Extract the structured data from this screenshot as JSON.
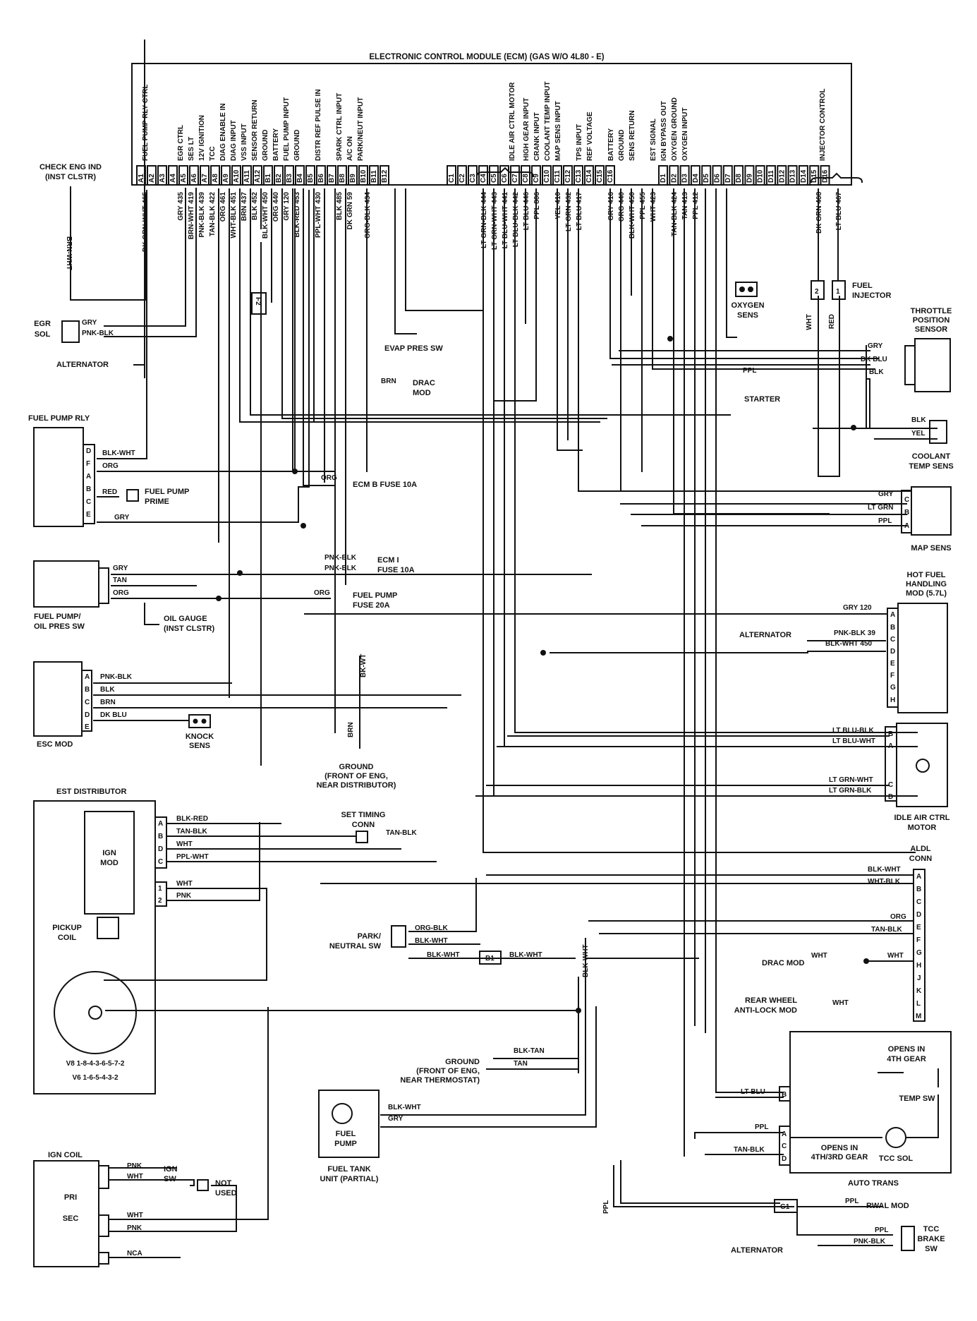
{
  "ecm": {
    "title": "ELECTRONIC CONTROL MODULE (ECM) (GAS W/O 4L80 - E)",
    "functions": [
      "FUEL PUMP RLY CTRL",
      "EGR CTRL",
      "SES LT",
      "12V IGNITION",
      "TCC",
      "DIAG ENABLE IN",
      "DIAG INPUT",
      "VSS INPUT",
      "SENSOR RETURN",
      "GROUND",
      "BATTERY",
      "FUEL PUMP INPUT",
      "GROUND",
      "DISTR REF PULSE IN",
      "SPARK CTRL INPUT",
      "A/C ON",
      "PARK/NEUT INPUT",
      "IDLE AIR CTRL MOTOR",
      "HIGH GEAR INPUT",
      "CRANK INPUT",
      "COOLANT TEMP INPUT",
      "MAP SENS INPUT",
      "TPS INPUT",
      "REF VOLTAGE",
      "BATTERY",
      "GROUND",
      "SENS RETURN",
      "EST SIGNAL",
      "IGN BYPASS OUT",
      "OXYGEN GROUND",
      "OXYGEN INPUT",
      "INJECTOR CONTROL"
    ],
    "pins": [
      "A1",
      "A2",
      "A3",
      "A4",
      "A5",
      "A6",
      "A7",
      "A8",
      "A9",
      "A10",
      "A11",
      "A12",
      "B1",
      "B2",
      "B3",
      "B4",
      "B5",
      "B6",
      "B7",
      "B8",
      "B9",
      "B10",
      "B11",
      "B12",
      "C1",
      "C2",
      "C3",
      "C4",
      "C5",
      "C6",
      "C7",
      "C8",
      "C9",
      "C10",
      "C11",
      "C12",
      "C13",
      "C14",
      "C15",
      "C16",
      "D1",
      "D2",
      "D3",
      "D4",
      "D5",
      "D6",
      "D7",
      "D8",
      "D9",
      "D10",
      "D11",
      "D12",
      "D13",
      "D14",
      "D15",
      "D16"
    ],
    "wires": [
      "DK GRN-WHT 465",
      "GRY 435",
      "BRN-WHT 419",
      "PNK-BLK 439",
      "TAN-BLK 422",
      "ORG 461",
      "WHT-BLK 451",
      "BRN 437",
      "BLK 452",
      "BLK-WHT 450",
      "ORG 440",
      "GRY 120",
      "BLK-RED 453",
      "PPL-WHT 430",
      "BLK 485",
      "DK GRN 59",
      "ORG-BLK 434",
      "LT GRN-BLK 444",
      "LT GRN-WHT 443",
      "LT BLU-WHT 441",
      "LT BLU-BLK 442",
      "LT BLU 446",
      "PPL 806",
      "YEL 410",
      "LT GRN 432",
      "LT BLU 417",
      "GRY 416",
      "ORG 440",
      "BLK-WHT 450",
      "PPL 455",
      "WHT 423",
      "TAN-BLK 424",
      "TAN 413",
      "PPL 412",
      "DK GRN 468",
      "LT BLU 467"
    ],
    "fuse_f2": "F2"
  },
  "components": {
    "check_eng": "CHECK ENG IND",
    "check_eng_sub": "(INST CLSTR)",
    "brn_wht": "BRN-WHT",
    "egr_sol": [
      "EGR",
      "SOL"
    ],
    "alternator": "ALTERNATOR",
    "evap": "EVAP PRES SW",
    "drac_mod": [
      "DRAC",
      "MOD"
    ],
    "starter": "STARTER",
    "oxygen_sens": [
      "OXYGEN",
      "SENS"
    ],
    "fuel_injector": [
      "FUEL",
      "INJECTOR"
    ],
    "throttle": [
      "THROTTLE",
      "POSITION",
      "SENSOR"
    ],
    "fuel_pump_rly": "FUEL PUMP RLY",
    "fuel_pump_prime": [
      "FUEL PUMP",
      "PRIME"
    ],
    "ecm_b_fuse": "ECM B FUSE 10A",
    "coolant": [
      "COOLANT",
      "TEMP SENS"
    ],
    "map_sens": "MAP SENS",
    "ecm_i_fuse": [
      "ECM I",
      "FUSE 10A"
    ],
    "fuel_pump_fuse": [
      "FUEL PUMP",
      "FUSE 20A"
    ],
    "fp_oil_sw": [
      "FUEL PUMP/",
      "OIL PRES SW"
    ],
    "oil_gauge": [
      "OIL GAUGE",
      "(INST CLSTR)"
    ],
    "hot_fuel": [
      "HOT FUEL",
      "HANDLING",
      "MOD (5.7L)"
    ],
    "esc_mod": "ESC MOD",
    "knock_sens": [
      "KNOCK",
      "SENS"
    ],
    "ground_dist": [
      "GROUND",
      "(FRONT OF ENG,",
      "NEAR DISTRIBUTOR)"
    ],
    "iac_motor": [
      "IDLE AIR CTRL",
      "MOTOR"
    ],
    "est_distributor": "EST DISTRIBUTOR",
    "ign_mod": [
      "IGN",
      "MOD"
    ],
    "set_timing": [
      "SET TIMING",
      "CONN"
    ],
    "aldl": [
      "ALDL",
      "CONN"
    ],
    "pickup_coil": [
      "PICKUP",
      "COIL"
    ],
    "park_neutral": [
      "PARK/",
      "NEUTRAL SW"
    ],
    "b1": "B1",
    "drac_mod2": "DRAC MOD",
    "rwal": [
      "REAR WHEEL",
      "ANTI-LOCK MOD"
    ],
    "firing1": "V8 1-8-4-3-6-5-7-2",
    "firing2": "V6 1-6-5-4-3-2",
    "ground_therm": [
      "GROUND",
      "(FRONT OF ENG,",
      "NEAR THERMOSTAT)"
    ],
    "opens_4th": [
      "OPENS IN",
      "4TH GEAR"
    ],
    "temp_sw": "TEMP SW",
    "fuel_pump": [
      "FUEL",
      "PUMP"
    ],
    "fuel_tank": [
      "FUEL TANK",
      "UNIT (PARTIAL)"
    ],
    "opens_4th3rd": [
      "OPENS IN",
      "4TH/3RD GEAR"
    ],
    "tcc_sol": "TCC SOL",
    "auto_trans": "AUTO TRANS",
    "ign_coil": "IGN COIL",
    "pri": "PRI",
    "sec": "SEC",
    "ign_sw": [
      "IGN",
      "SW"
    ],
    "not_used": [
      "NOT",
      "USED"
    ],
    "g1": "G1",
    "rwal_mod": "RWAL MOD",
    "tcc_brake": [
      "TCC",
      "BRAKE",
      "SW"
    ],
    "alternator2": "ALTERNATOR"
  },
  "labels": {
    "gry": "GRY",
    "pnk_blk": "PNK-BLK",
    "blk_wht": "BLK-WHT",
    "org": "ORG",
    "red": "RED",
    "tan": "TAN",
    "brn": "BRN",
    "ppl": "PPL",
    "dk_blu": "DK BLU",
    "blk": "BLK",
    "yel": "YEL",
    "lt_grn": "LT GRN",
    "gry120": "GRY 120",
    "pnk_blk39": "PNK-BLK 39",
    "blk_wht450": "BLK-WHT 450",
    "bk_wt": "BK-WT",
    "lt_blu_blk": "LT BLU-BLK",
    "lt_blu_wht": "LT BLU-WHT",
    "lt_grn_wht": "LT GRN-WHT",
    "lt_grn_blk": "LT GRN-BLK",
    "blk_red": "BLK-RED",
    "tan_blk": "TAN-BLK",
    "wht": "WHT",
    "ppl_wht": "PPL-WHT",
    "pnk": "PNK",
    "wht_blk": "WHT-BLK",
    "org_blk": "ORG-BLK",
    "blk_tan": "BLK-TAN",
    "lt_blu": "LT BLU",
    "nca": "NCA"
  }
}
